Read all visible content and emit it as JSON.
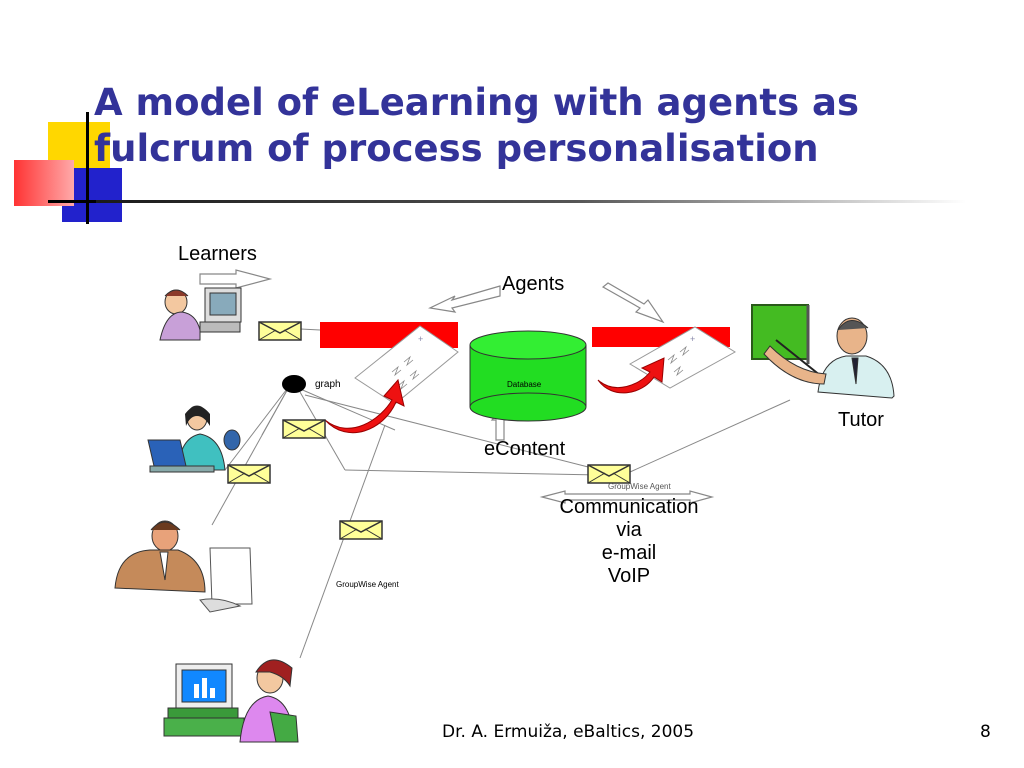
{
  "slide": {
    "title_line1": "A model of eLearning with agents as",
    "title_line2": "fulcrum of process personalisation",
    "footer_text": "Dr. A. Ermuiža, eBaltics, 2005",
    "page_number": "8"
  },
  "diagram": {
    "learners_label": "Learners",
    "agents_label": "Agents",
    "tutor_label": "Tutor",
    "econtent_label": "eContent",
    "database_label": "Database",
    "graph_label": "graph",
    "groupwise_label": "GroupWise Agent",
    "groupwise_label_2": "GroupWise Agent",
    "communication_lines": [
      "Communication",
      "via",
      "e-mail",
      "VoIP"
    ]
  },
  "colors": {
    "title": "#333399",
    "agent_bar": "#ff0000",
    "database": "#22dd22",
    "envelope": "#ffff99",
    "board": "#44bb22"
  }
}
